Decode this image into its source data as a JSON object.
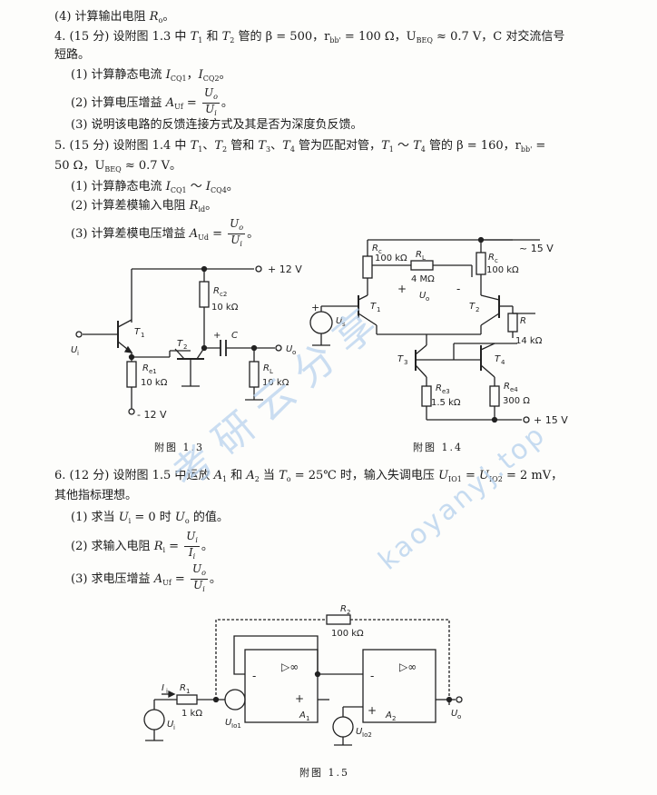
{
  "watermark": {
    "chinese": "考研云分享",
    "url": "kaoyanyj.top",
    "color": "#b9d3ee"
  },
  "lines": {
    "l4_4": "(4) 计算输出电阻 ",
    "q4_head": "4. (15 分) 设附图 1.3 中 ",
    "q4_mid": " 和 ",
    "q4_tail": " 管的 β = 500，r",
    "q4_tail2": " = 100 Ω，U",
    "q4_tail3": " ≈ 0.7 V，C 对交流信号",
    "q4_cont": "短路。",
    "q4_1": "(1) 计算静态电流 ",
    "q4_2": "(2) 计算电压增益 ",
    "q4_3": "(3) 说明该电路的反馈连接方式及其是否为深度负反馈。",
    "q5_head": "5. (15 分) 设附图 1.4 中 ",
    "q5_mid1": " 管和 ",
    "q5_mid2": " 管为匹配对管，",
    "q5_mid3": " 管的 β = 160，r",
    "q5_mid4": " =",
    "q5_cont": "50 Ω，U",
    "q5_cont2": " ≈ 0.7 V。",
    "q5_1": "(1) 计算静态电流 ",
    "q5_2": "(2) 计算差模输入电阻 ",
    "q5_3": "(3) 计算差模电压增益 ",
    "q6_head": "6. (12 分) 设附图 1.5 中运放 ",
    "q6_mid": " 和 ",
    "q6_mid2": " 当 ",
    "q6_mid3": " = 25℃ 时，输入失调电压 ",
    "q6_mid4": " = 2 mV，",
    "q6_cont": "其他指标理想。",
    "q6_1": "(1) 求当 ",
    "q6_1b": " = 0 时 ",
    "q6_1c": " 的值。",
    "q6_2": "(2) 求输入电阻 ",
    "q6_3": "(3) 求电压增益 "
  },
  "sym": {
    "Ro": "R",
    "o": "o",
    "T1": "T",
    "one": "1",
    "T2": "T",
    "two": "2",
    "bb": "bb'",
    "BEQ": "BEQ",
    "ICQ1": "CQ1",
    "ICQ2": "CQ2",
    "I": "I",
    "AU": "A",
    "Uf": "Uf",
    "Uo": "U",
    "Ui": "U",
    "i": "i",
    "ICQ4": "CQ4",
    "tilde": " ～ ",
    "Rid": "R",
    "id": "id",
    "Ud": "Ud",
    "T3": "T",
    "three": "3",
    "T4": "T",
    "four": "4",
    "A1": "A",
    "A2": "A",
    "To": "T",
    "UIO1": "U",
    "IO1": "IO1",
    "UIO2": "U",
    "IO2": "IO2",
    "Ri": "R",
    "Ii": "I",
    "Ui2": "U",
    "comma": "，",
    "period": "。",
    "eq": " = "
  },
  "figures": {
    "f13": {
      "caption": "附图  1.3",
      "plus12": "+ 12 V",
      "minus12": "- 12 V",
      "Rc2": "R",
      "Rc2sub": "c2",
      "Rc2val": "10 kΩ",
      "T1": "T",
      "T1sub": "1",
      "T2": "T",
      "T2sub": "2",
      "C": "C",
      "Re1": "R",
      "Re1sub": "e1",
      "Re1val": "10 kΩ",
      "RL": "R",
      "RLsub": "L",
      "RLval": "10 kΩ",
      "Ui": "U",
      "Uisub": "i",
      "Uo": "U",
      "Uosub": "o",
      "plus": "+",
      "minus": "-"
    },
    "f14": {
      "caption": "附图  1.4",
      "Rc": "R",
      "Rcsub": "c",
      "Rcval": "100 kΩ",
      "RL": "R",
      "RLsub": "L",
      "RLval": "4 MΩ",
      "Rc2": "R",
      "Rc2sub": "c",
      "Rc2val": "100 kΩ",
      "minus15": "~ 15 V",
      "plus15": "+ 15 V",
      "T1": "T",
      "T1sub": "1",
      "T2": "T",
      "T2sub": "2",
      "T3": "T",
      "T3sub": "3",
      "T4": "T",
      "T4sub": "4",
      "Uo": "U",
      "Uosub": "o",
      "R": "R",
      "Rval": "14 kΩ",
      "Re3": "R",
      "Re3sub": "e3",
      "Re3val": "1.5 kΩ",
      "Re4": "R",
      "Re4sub": "e4",
      "Re4val": "300 Ω",
      "Us": "U",
      "Ussub": "s",
      "plus": "+",
      "minus": "-"
    },
    "f15": {
      "caption": "附图  1.5",
      "R2": "R",
      "R2sub": "2",
      "R2val": "100 kΩ",
      "R1": "R",
      "R1sub": "1",
      "R1val": "1 kΩ",
      "Ii": "I",
      "Iisub": "i",
      "Ui": "U",
      "Uisub": "i",
      "Uio1": "U",
      "Uio1sub": "Io1",
      "Uio2": "U",
      "Uio2sub": "Io2",
      "A1": "A",
      "A1sub": "1",
      "A2": "A",
      "A2sub": "2",
      "Uo": "U",
      "Uosub": "o",
      "amp": "▷∞",
      "plus": "+",
      "minus": "-"
    }
  }
}
